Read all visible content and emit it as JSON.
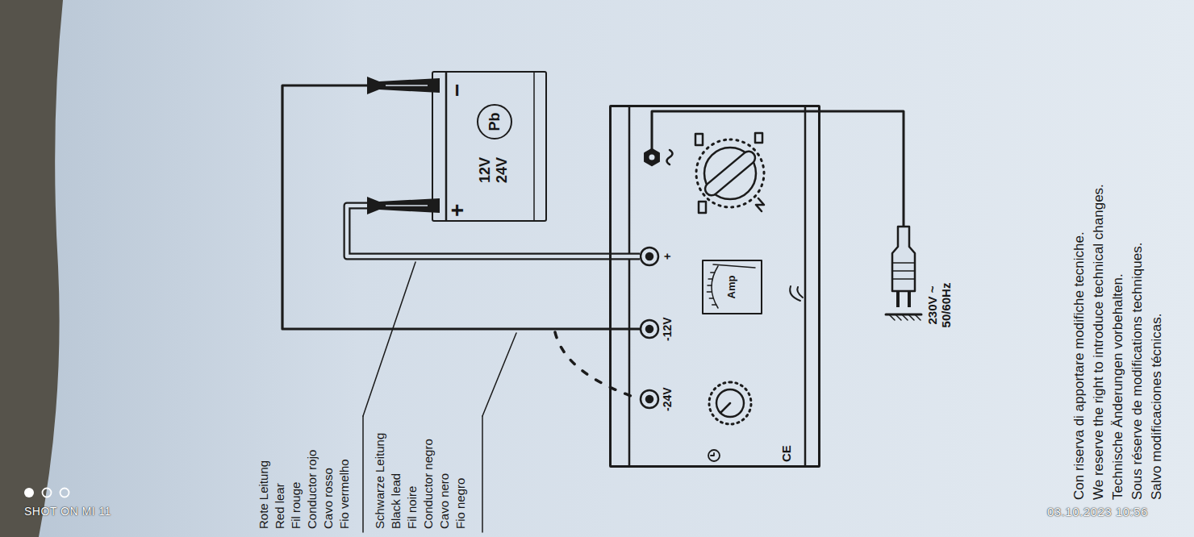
{
  "diagram": {
    "nodes": [
      {
        "text": [
          "+",
          "−",
          "12V 24V"
        ]
      },
      {
        "text": [
          "Pb"
        ],
        "in": 0
      },
      {
        "text": [
          "CE"
        ]
      },
      {
        "text": [
          "+"
        ],
        "in": 2
      },
      {
        "text": [
          "-12V"
        ],
        "in": 2
      },
      {
        "text": [
          "-24V"
        ],
        "in": 2
      },
      {
        "text": [
          "Amp"
        ],
        "in": 2
      },
      {
        "text": [
          "230V ~ 50/60Hz"
        ]
      }
    ],
    "edges": [
      {
        "from": 0,
        "to": 3,
        "arrow": "none"
      },
      {
        "from": 0,
        "to": 4,
        "arrow": "none"
      },
      {
        "from": 7,
        "to": 2,
        "arrow": "none"
      }
    ],
    "labels": [
      "Rote Leitung",
      "Red lear",
      "Fil rouge",
      "Conductor rojo",
      "Cavo rosso",
      "Fio vermelho",
      "Schwarze Leitung",
      "Black lead",
      "Fil noire",
      "Conductor negro",
      "Cavo nero",
      "Fio negro",
      "Con riserva di apportare modifiche tecniche.",
      "We reserve the right to introduce technical changes.",
      "Technische Änderungen vorbehalten.",
      "Sous réserve de modifications techniques.",
      "Salvo modificaciones técnicas.",
      "SHOT ON MI 11",
      "03.10.2023 10:56"
    ]
  }
}
